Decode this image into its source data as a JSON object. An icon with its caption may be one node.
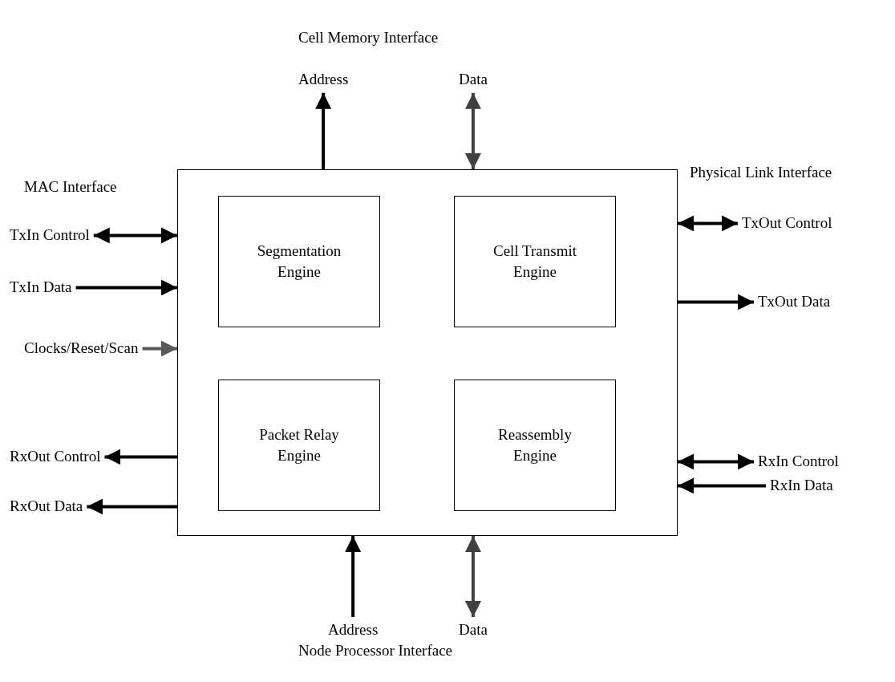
{
  "diagram": {
    "nodes": [
      {
        "text": [],
        "shape": "box"
      },
      {
        "text": [
          "Segmentation Engine"
        ],
        "in": 0
      },
      {
        "text": [
          "Cell Transmit Engine"
        ],
        "in": 0
      },
      {
        "text": [
          "Packet Relay Engine"
        ],
        "in": 0
      },
      {
        "text": [
          "Reassembly Engine"
        ],
        "in": 0
      },
      {
        "text": [
          "Address"
        ]
      },
      {
        "text": [
          "Data"
        ]
      },
      {
        "text": [
          "TxIn Control"
        ]
      },
      {
        "text": [
          "TxIn Data"
        ]
      },
      {
        "text": [
          "Clocks/Reset/Scan"
        ]
      },
      {
        "text": [
          "RxOut Control"
        ]
      },
      {
        "text": [
          "RxOut Data"
        ]
      },
      {
        "text": [
          "TxOut Control"
        ]
      },
      {
        "text": [
          "TxOut Data"
        ]
      },
      {
        "text": [
          "RxIn Control"
        ]
      },
      {
        "text": [
          "RxIn Data"
        ]
      },
      {
        "text": [
          "Address"
        ]
      },
      {
        "text": [
          "Data"
        ]
      }
    ],
    "edges": [
      {
        "from": 0,
        "to": 5,
        "arrow": "to"
      },
      {
        "from": 0,
        "to": 6,
        "arrow": "both",
        "color": "#404040"
      },
      {
        "from": 7,
        "to": 0,
        "arrow": "both"
      },
      {
        "from": 8,
        "to": 0,
        "arrow": "to"
      },
      {
        "from": 9,
        "to": 0,
        "arrow": "to",
        "color": "#595959"
      },
      {
        "from": 0,
        "to": 10,
        "arrow": "to"
      },
      {
        "from": 0,
        "to": 11,
        "arrow": "to"
      },
      {
        "from": 0,
        "to": 12,
        "arrow": "both"
      },
      {
        "from": 0,
        "to": 13,
        "arrow": "to"
      },
      {
        "from": 0,
        "to": 14,
        "arrow": "both"
      },
      {
        "from": 15,
        "to": 0,
        "arrow": "to"
      },
      {
        "from": 16,
        "to": 0,
        "arrow": "to"
      },
      {
        "from": 0,
        "to": 17,
        "arrow": "both",
        "color": "#404040"
      }
    ],
    "labels": [
      "Cell Memory Interface",
      "MAC Interface",
      "Physical Link Interface",
      "Node Processor Interface"
    ]
  }
}
